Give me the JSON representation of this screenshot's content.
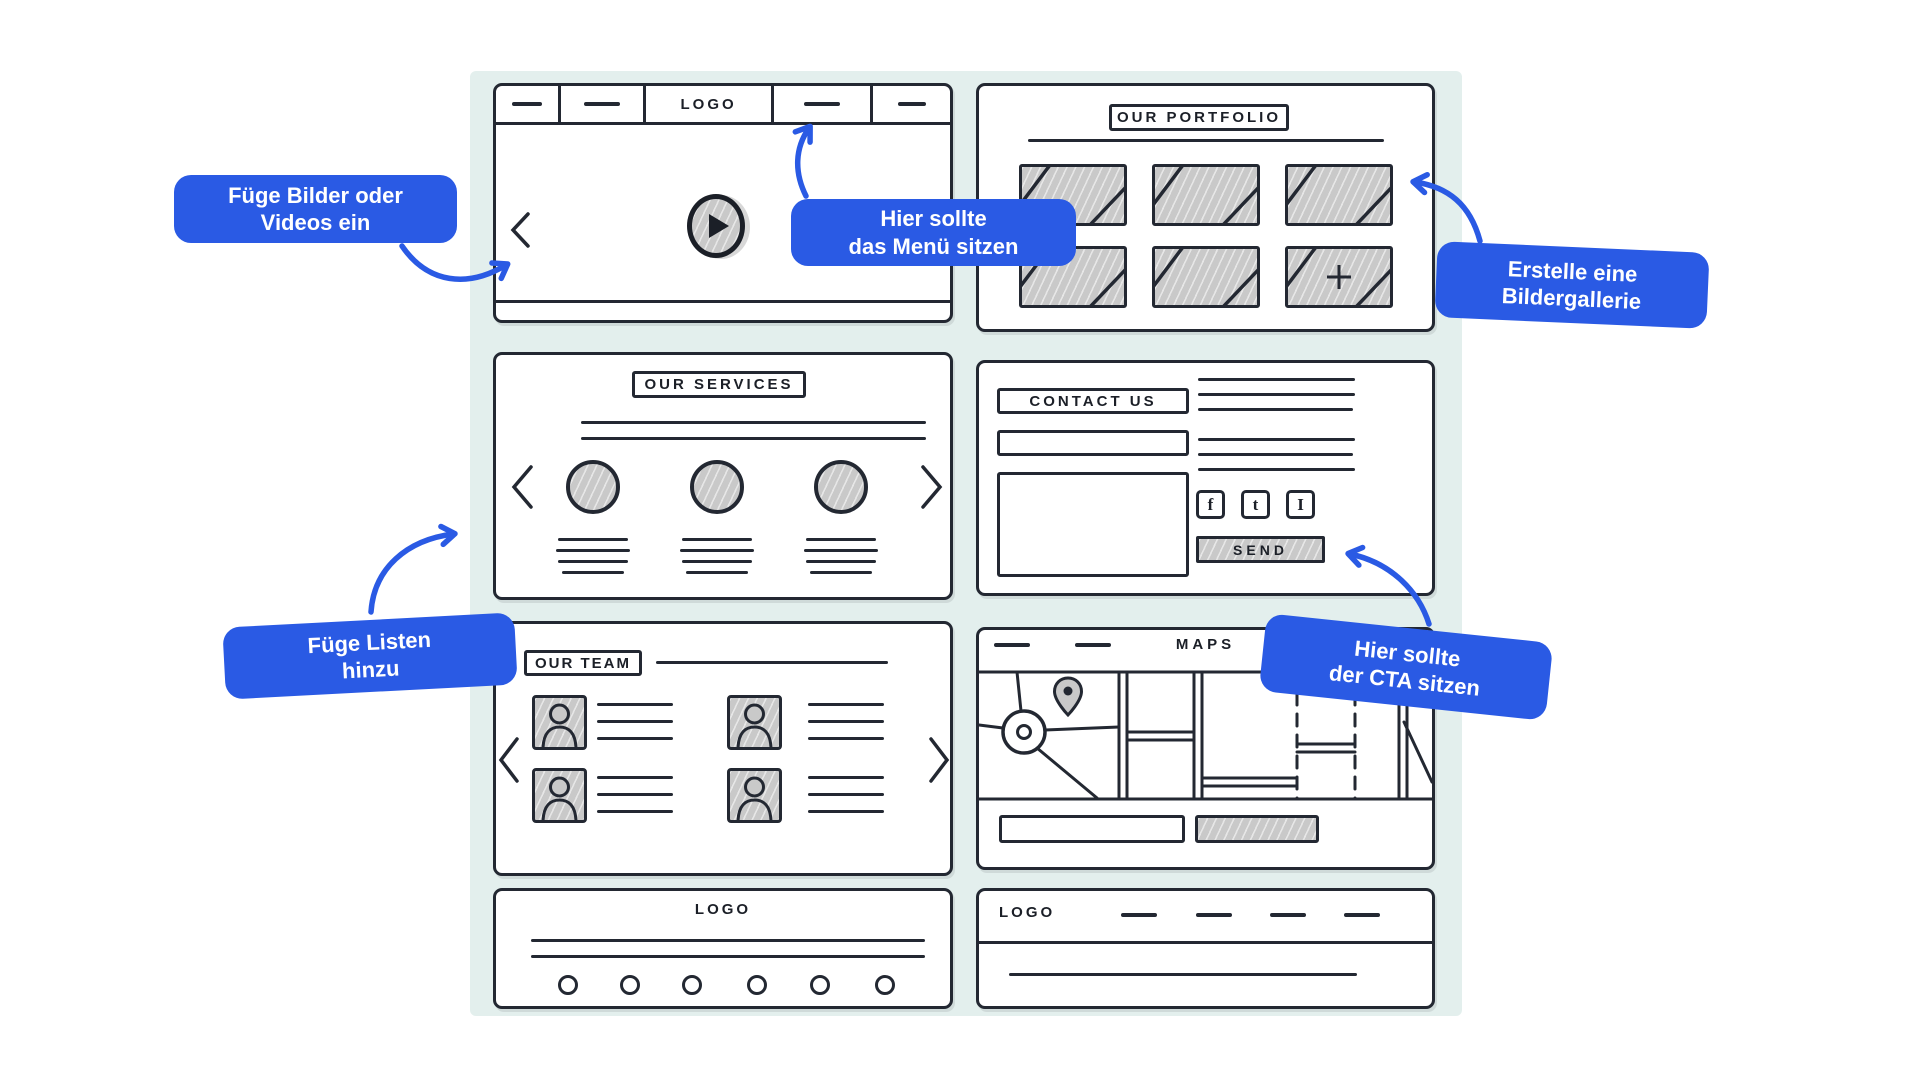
{
  "colors": {
    "accent_blue": "#2a5ae4",
    "panel_bg": "#e3efed",
    "ink": "#232832",
    "placeholder_gray": "#c9c9c9"
  },
  "callouts": {
    "images": {
      "line1": "Füge Bilder oder",
      "line2": "Videos ein"
    },
    "menu": {
      "line1": "Hier sollte",
      "line2": "das Menü sitzen"
    },
    "gallery": {
      "line1": "Erstelle eine",
      "line2": "Bildergallerie"
    },
    "lists": {
      "line1": "Füge Listen",
      "line2": "hinzu"
    },
    "cta": {
      "line1": "Hier sollte",
      "line2": "der CTA sitzen"
    }
  },
  "wireframes": {
    "hero": {
      "logo": "LOGO"
    },
    "portfolio": {
      "title": "OUR PORTFOLIO"
    },
    "services": {
      "title": "OUR SERVICES"
    },
    "contact": {
      "title": "CONTACT US",
      "send_label": "SEND",
      "social": [
        "f",
        "t",
        "I"
      ]
    },
    "team": {
      "title": "OUR TEAM"
    },
    "maps": {
      "title": "MAPS"
    },
    "footer_left": {
      "logo": "LOGO"
    },
    "footer_right": {
      "logo": "LOGO"
    }
  }
}
